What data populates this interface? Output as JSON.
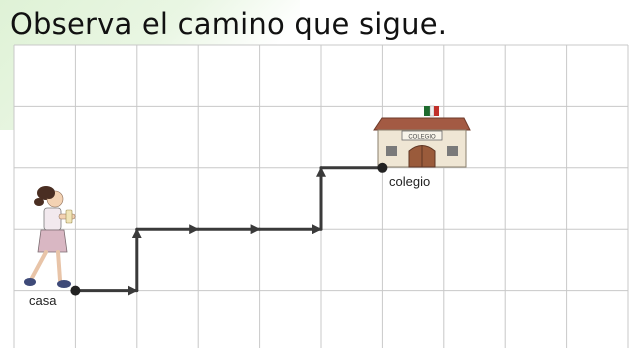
{
  "title": "Observa el camino que sigue.",
  "labels": {
    "start": "casa",
    "end": "colegio",
    "sign": "COLEGIO"
  },
  "grid": {
    "columns": 10,
    "rows": 5
  },
  "path": {
    "start_node": [
      1,
      4
    ],
    "end_node": [
      6,
      2
    ],
    "moves": [
      "right",
      "up",
      "right",
      "right",
      "right",
      "up",
      "right"
    ]
  },
  "colors": {
    "path": "#3a3a3a",
    "grid": "#c8c8c8",
    "tint": "#dff2d6"
  }
}
